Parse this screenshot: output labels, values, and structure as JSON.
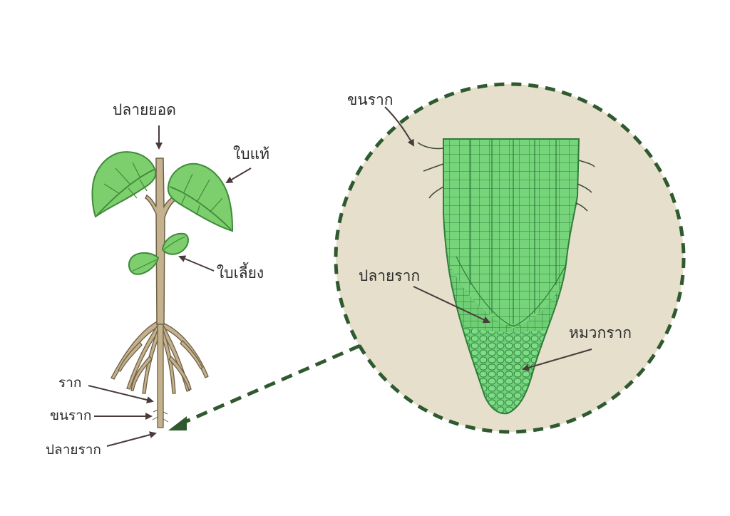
{
  "labels": {
    "shoot_tip": "ปลายยอด",
    "true_leaf": "ใบแท้",
    "cotyledon": "ใบเลี้ยง",
    "root": "ราก",
    "root_hair": "ขนราก",
    "root_tip": "ปลายราก",
    "zoom_root_hair": "ขนราก",
    "zoom_root_tip": "ปลายราก",
    "root_cap": "หมวกราก"
  },
  "colors": {
    "leaf_fill": "#7dcf6e",
    "leaf_dark": "#3f8a3a",
    "stem": "#c4b28e",
    "stem_outline": "#6f5f45",
    "circle_bg": "#e6dfcb",
    "circle_border": "#2f5a2f",
    "tissue": "#74d47a",
    "cell_line": "#2f7d3a",
    "arrow": "#4a3a3a"
  }
}
